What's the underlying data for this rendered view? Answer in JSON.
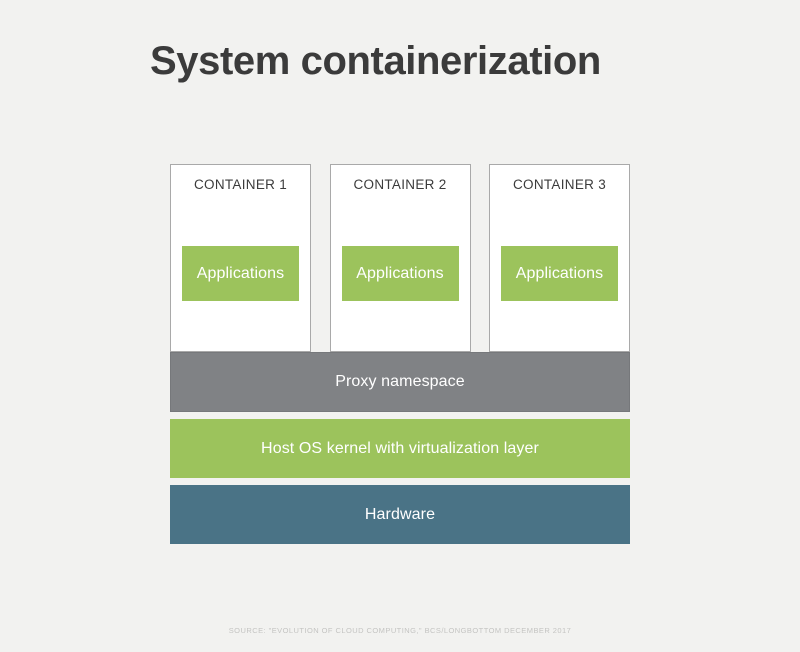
{
  "page": {
    "title": "System containerization",
    "background_color": "#f2f2f0",
    "title_color": "#3b3b3b"
  },
  "diagram": {
    "type": "layered-architecture",
    "containers": [
      {
        "label": "CONTAINER 1",
        "inner_box_label": "Applications",
        "inner_box_color": "#9cc35c"
      },
      {
        "label": "CONTAINER 2",
        "inner_box_label": "Applications",
        "inner_box_color": "#9cc35c"
      },
      {
        "label": "CONTAINER 3",
        "inner_box_label": "Applications",
        "inner_box_color": "#9cc35c"
      }
    ],
    "layers": [
      {
        "label": "Proxy namespace",
        "color": "#808285"
      },
      {
        "label": "Host OS kernel with virtualization layer",
        "color": "#9cc35c"
      },
      {
        "label": "Hardware",
        "color": "#4a7386"
      }
    ]
  },
  "footer": {
    "source": "SOURCE: \"EVOLUTION OF CLOUD COMPUTING,\" BCS/LONGBOTTOM DECEMBER 2017"
  }
}
